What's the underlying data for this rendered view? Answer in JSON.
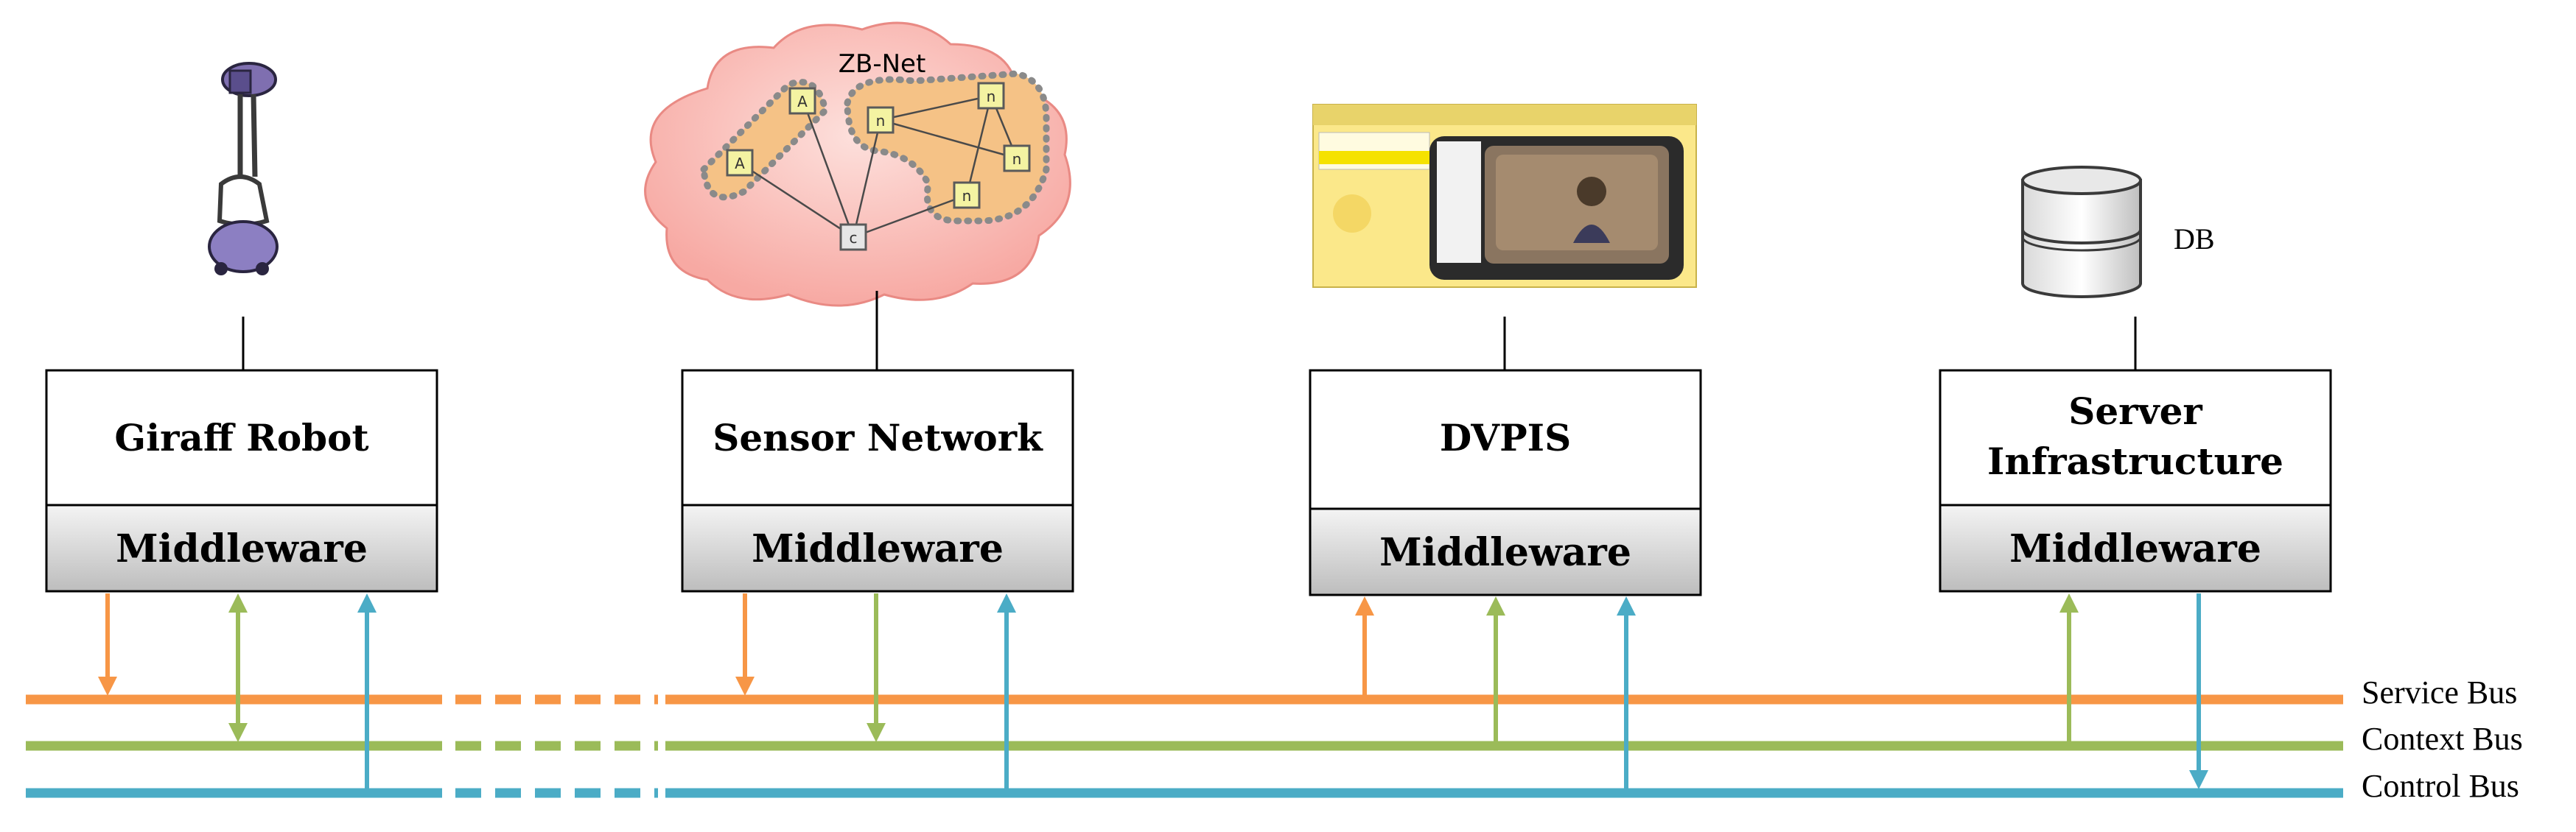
{
  "components": [
    {
      "id": "giraff",
      "title_lines": [
        "Giraff Robot"
      ],
      "middleware": "Middleware",
      "icon": "robot-icon"
    },
    {
      "id": "sensor",
      "title_lines": [
        "Sensor Network"
      ],
      "middleware": "Middleware",
      "icon": "zb-net-cloud"
    },
    {
      "id": "dvpis",
      "title_lines": [
        "DVPIS"
      ],
      "middleware": "Middleware",
      "icon": "dvpis-screenshot-icon"
    },
    {
      "id": "server",
      "title_lines": [
        "Server",
        "Infrastructure"
      ],
      "middleware": "Middleware",
      "icon": "database-icon"
    }
  ],
  "cloud": {
    "label": "ZB-Net",
    "nodes": [
      "A",
      "A",
      "n",
      "n",
      "n",
      "n",
      "c"
    ]
  },
  "db_label": "DB",
  "buses": [
    {
      "id": "service",
      "label": "Service Bus",
      "color": "#f79646"
    },
    {
      "id": "context",
      "label": "Context Bus",
      "color": "#9bbb59"
    },
    {
      "id": "control",
      "label": "Control Bus",
      "color": "#4bacc6"
    }
  ],
  "colors": {
    "middleware_top": "#f2f2f2",
    "middleware_bottom": "#bfbfbf",
    "cloud_fill": "#f9b8b4",
    "cluster_fill": "#f7c27a"
  }
}
